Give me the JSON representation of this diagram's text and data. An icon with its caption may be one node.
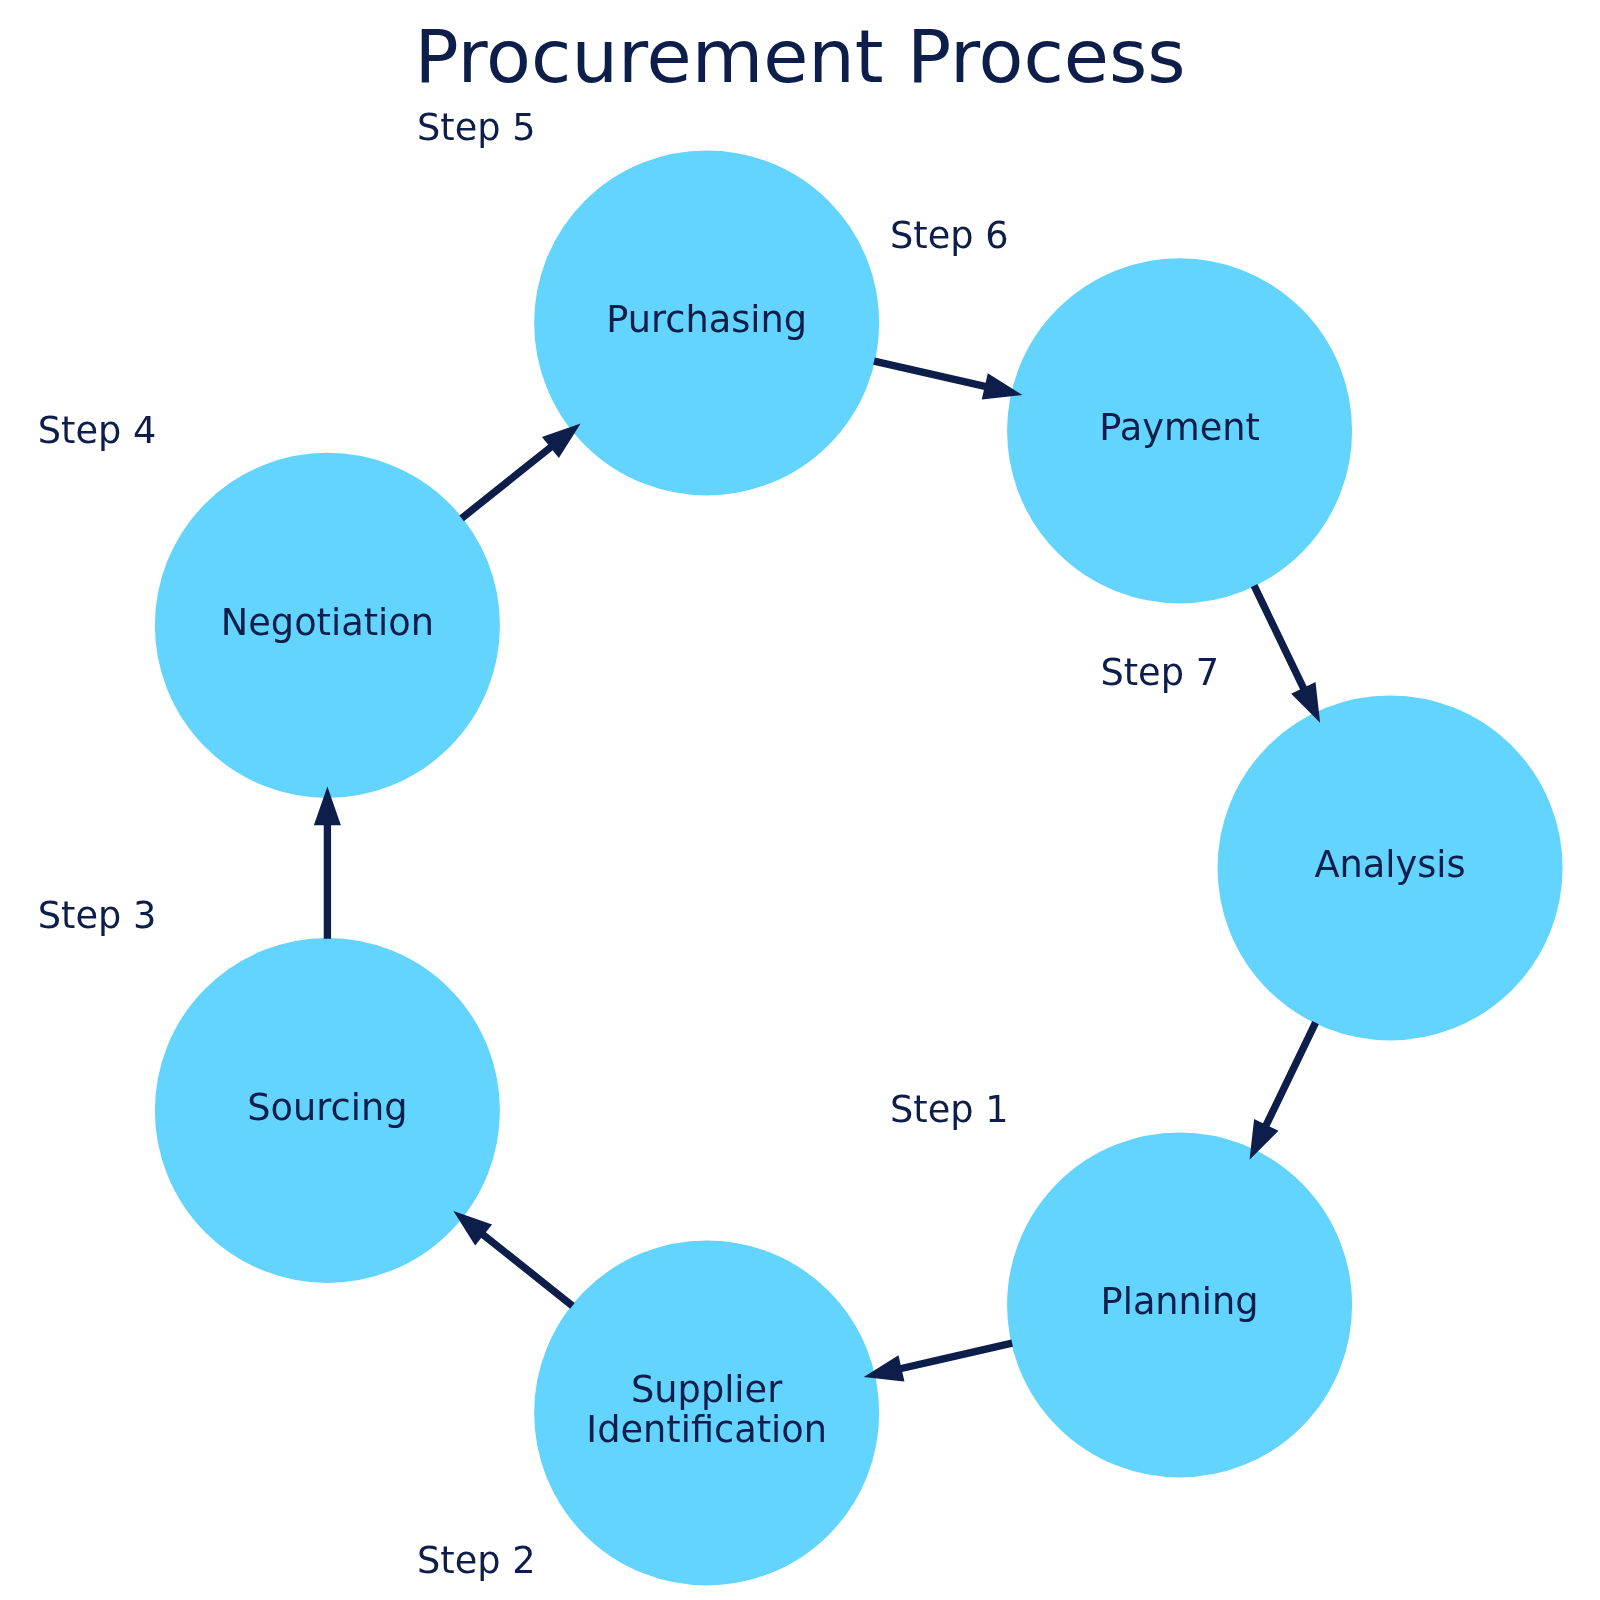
{
  "diagram": {
    "title": "Procurement Process",
    "nodes": [
      {
        "text": [
          "Planning"
        ],
        "beside": [
          "Step 1"
        ]
      },
      {
        "text": [
          "Supplier Identification"
        ],
        "beside": [
          "Step 2"
        ]
      },
      {
        "text": [
          "Sourcing"
        ],
        "beside": [
          "Step 3"
        ]
      },
      {
        "text": [
          "Negotiation"
        ],
        "beside": [
          "Step 4"
        ]
      },
      {
        "text": [
          "Purchasing"
        ],
        "beside": [
          "Step 5"
        ]
      },
      {
        "text": [
          "Payment"
        ],
        "beside": [
          "Step 6"
        ]
      },
      {
        "text": [
          "Analysis"
        ],
        "beside": [
          "Step 7"
        ]
      }
    ],
    "edges": [
      {
        "from": 0,
        "to": 1,
        "arrow": "to"
      },
      {
        "from": 1,
        "to": 2,
        "arrow": "to"
      },
      {
        "from": 2,
        "to": 3,
        "arrow": "to"
      },
      {
        "from": 3,
        "to": 4,
        "arrow": "to"
      },
      {
        "from": 4,
        "to": 5,
        "arrow": "to"
      },
      {
        "from": 5,
        "to": 6,
        "arrow": "to"
      },
      {
        "from": 6,
        "to": 0,
        "arrow": "to"
      }
    ]
  }
}
